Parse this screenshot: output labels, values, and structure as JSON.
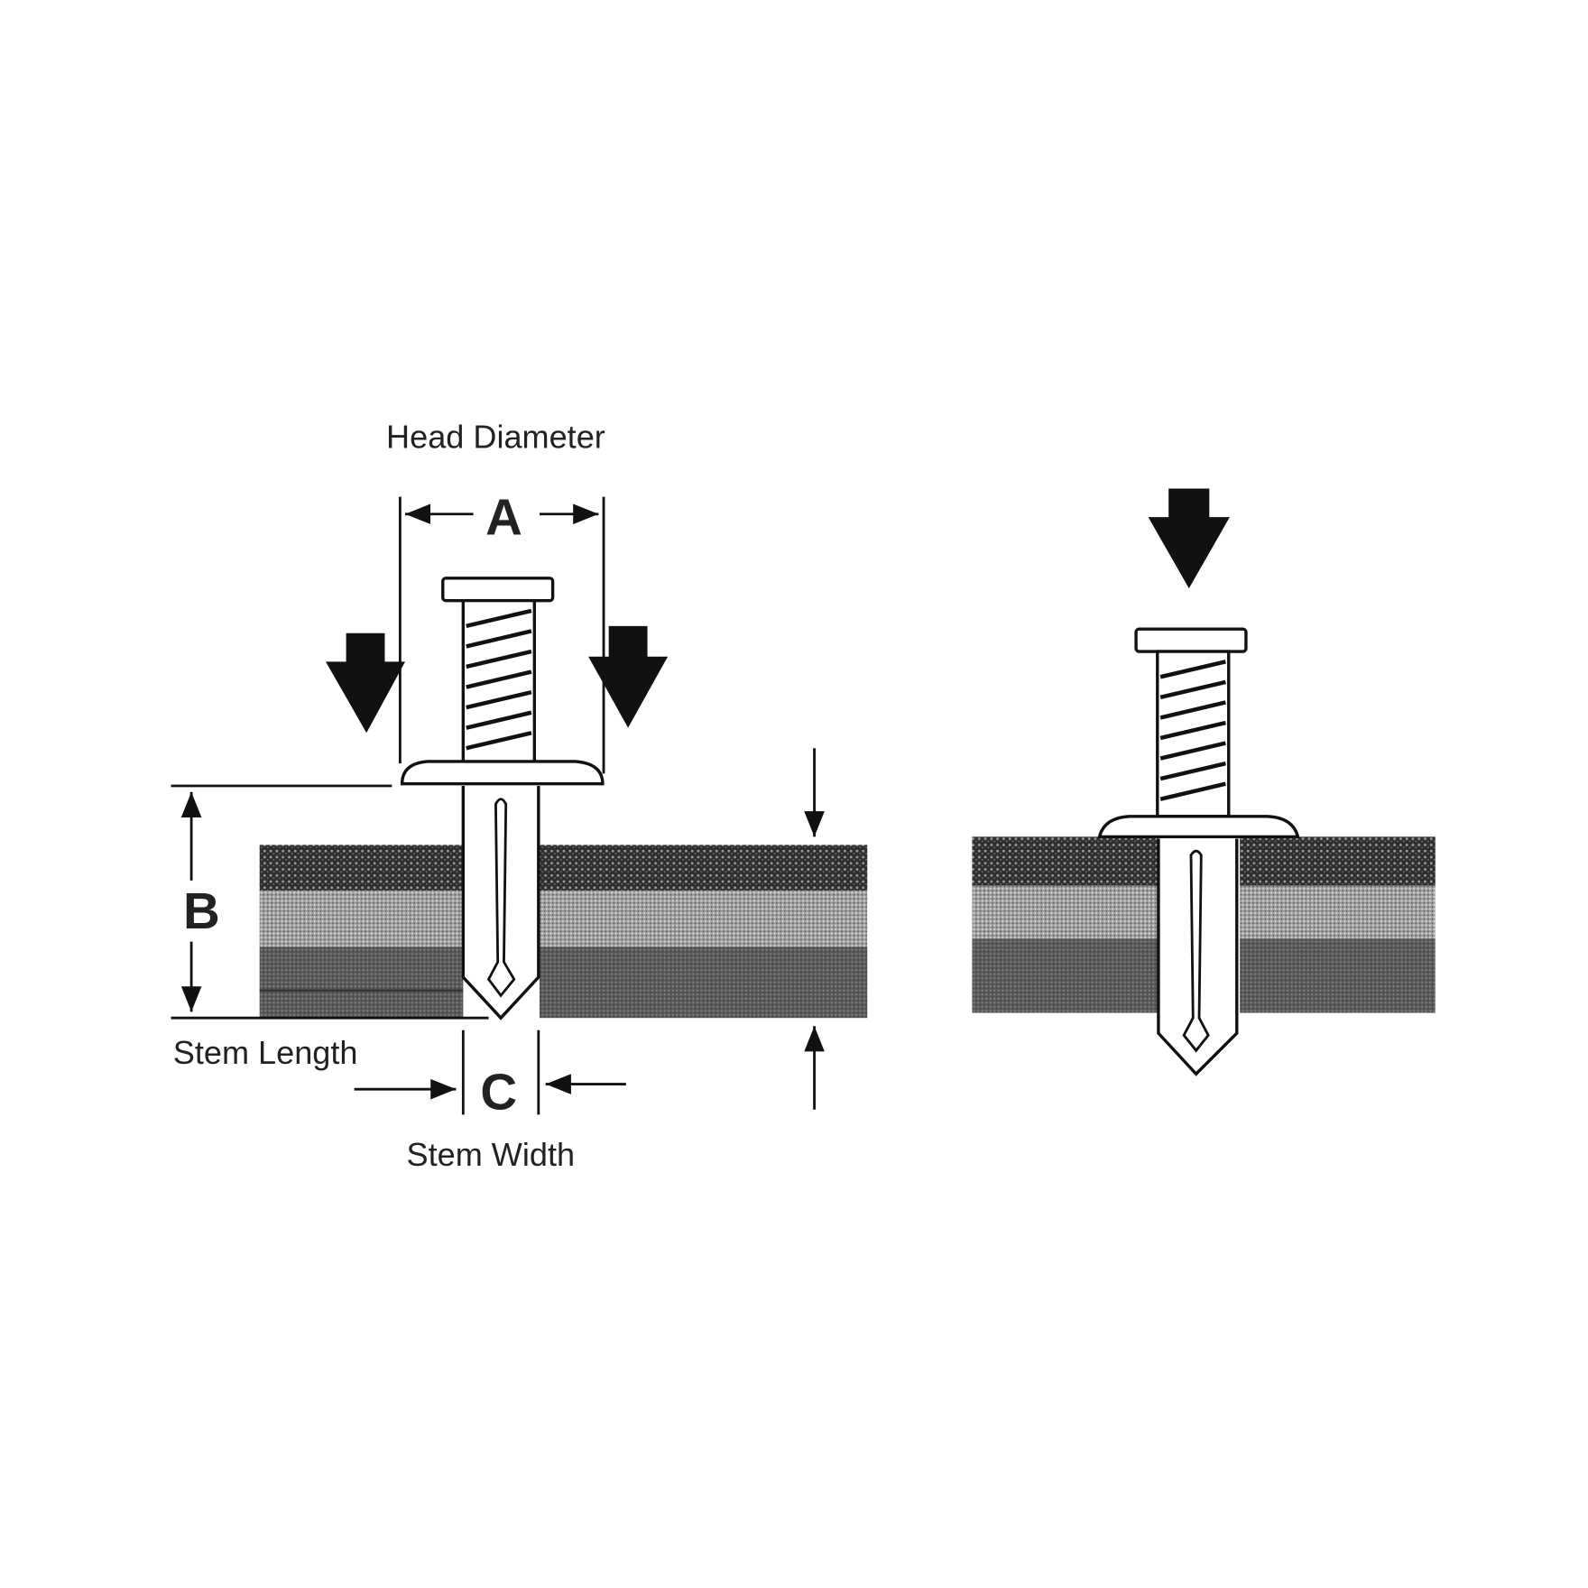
{
  "labels": {
    "head_diameter": "Head Diameter",
    "a": "A",
    "b": "B",
    "c": "C",
    "stem_length": "Stem Length",
    "stem_width": "Stem Width"
  }
}
